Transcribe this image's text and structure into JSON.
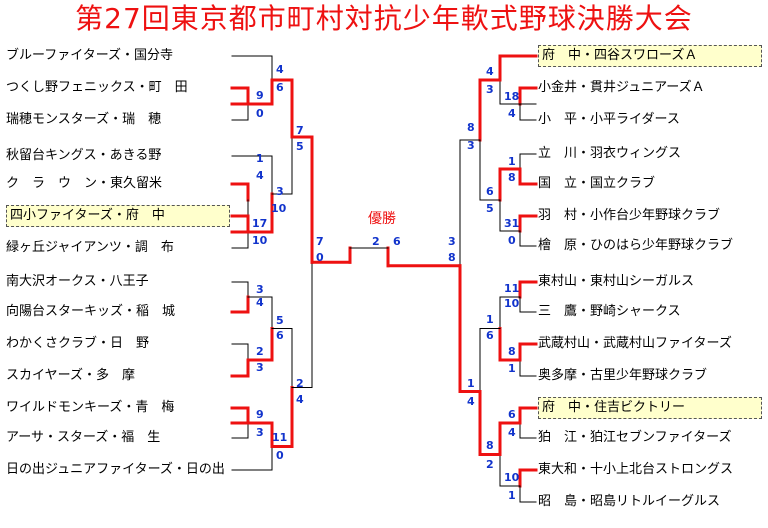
{
  "title": "第27回東京都市町村対抗少年軟式野球決勝大会",
  "champion_label": "優勝",
  "left_teams": [
    "ブルーファイターズ・国分寺",
    "つくし野フェニックス・町　田",
    "瑞穂モンスターズ・瑞　穂",
    "秋留台キングス・あきる野",
    "ク　ラ　ウ　ン・東久留米",
    "四小ファイターズ・府　中",
    "緑ヶ丘ジャイアンツ・調　布",
    "南大沢オークス・八王子",
    "向陽台スターキッズ・稲　城",
    "わかくさクラブ・日　野",
    "スカイヤーズ・多　摩",
    "ワイルドモンキーズ・青　梅",
    "アーサ・スターズ・福　生",
    "日の出ジュニアファイターズ・日の出"
  ],
  "right_teams": [
    "府　中・四谷スワローズＡ",
    "小金井・貫井ジュニアーズＡ",
    "小　平・小平ライダース",
    "立　川・羽衣ウィングス",
    "国　立・国立クラブ",
    "羽　村・小作台少年野球クラブ",
    "檜　原・ひのはら少年野球クラブ",
    "東村山・東村山シーガルス",
    "三　鷹・野崎シャークス",
    "武蔵村山・武蔵村山ファイターズ",
    "奥多摩・古里少年野球クラブ",
    "府　中・住吉ビクトリー",
    "狛　江・狛江セブンファイターズ",
    "東大和・十小上北台ストロングス",
    "昭　島・昭島リトルイーグルス"
  ],
  "highlighted": {
    "left": [
      5
    ],
    "right": [
      0,
      11
    ]
  },
  "scores": {
    "l_m1": [
      "9",
      "0"
    ],
    "l_m2": [
      "4",
      "6"
    ],
    "l_m3": [
      "1",
      "4"
    ],
    "l_m4": [
      "17",
      "10"
    ],
    "l_m5": [
      "3",
      "10"
    ],
    "l_m6": [
      "7",
      "5"
    ],
    "l_m7": [
      "3",
      "4"
    ],
    "l_m8": [
      "2",
      "3"
    ],
    "l_m9": [
      "5",
      "6"
    ],
    "l_m10": [
      "9",
      "3"
    ],
    "l_m11": [
      "11",
      "0"
    ],
    "l_m12": [
      "2",
      "4"
    ],
    "l_semi": [
      "7",
      "0"
    ],
    "final": [
      "2",
      "6"
    ],
    "r_m1": [
      "18",
      "4"
    ],
    "r_m2": [
      "4",
      "3"
    ],
    "r_m3": [
      "1",
      "8"
    ],
    "r_m4": [
      "31",
      "0"
    ],
    "r_m5": [
      "6",
      "5"
    ],
    "r_m6": [
      "8",
      "3"
    ],
    "r_m7": [
      "11",
      "10"
    ],
    "r_m8": [
      "8",
      "1"
    ],
    "r_m9": [
      "1",
      "6"
    ],
    "r_m10": [
      "6",
      "4"
    ],
    "r_m11": [
      "10",
      "1"
    ],
    "r_m12": [
      "8",
      "2"
    ],
    "r_m13": [
      "1",
      "4"
    ],
    "r_semi": [
      "3",
      "8"
    ]
  },
  "colors": {
    "title": "#ee1111",
    "winner_line": "#ee1111",
    "loser_line": "#000000",
    "score": "#1133cc",
    "highlight": "#ffffcc"
  }
}
